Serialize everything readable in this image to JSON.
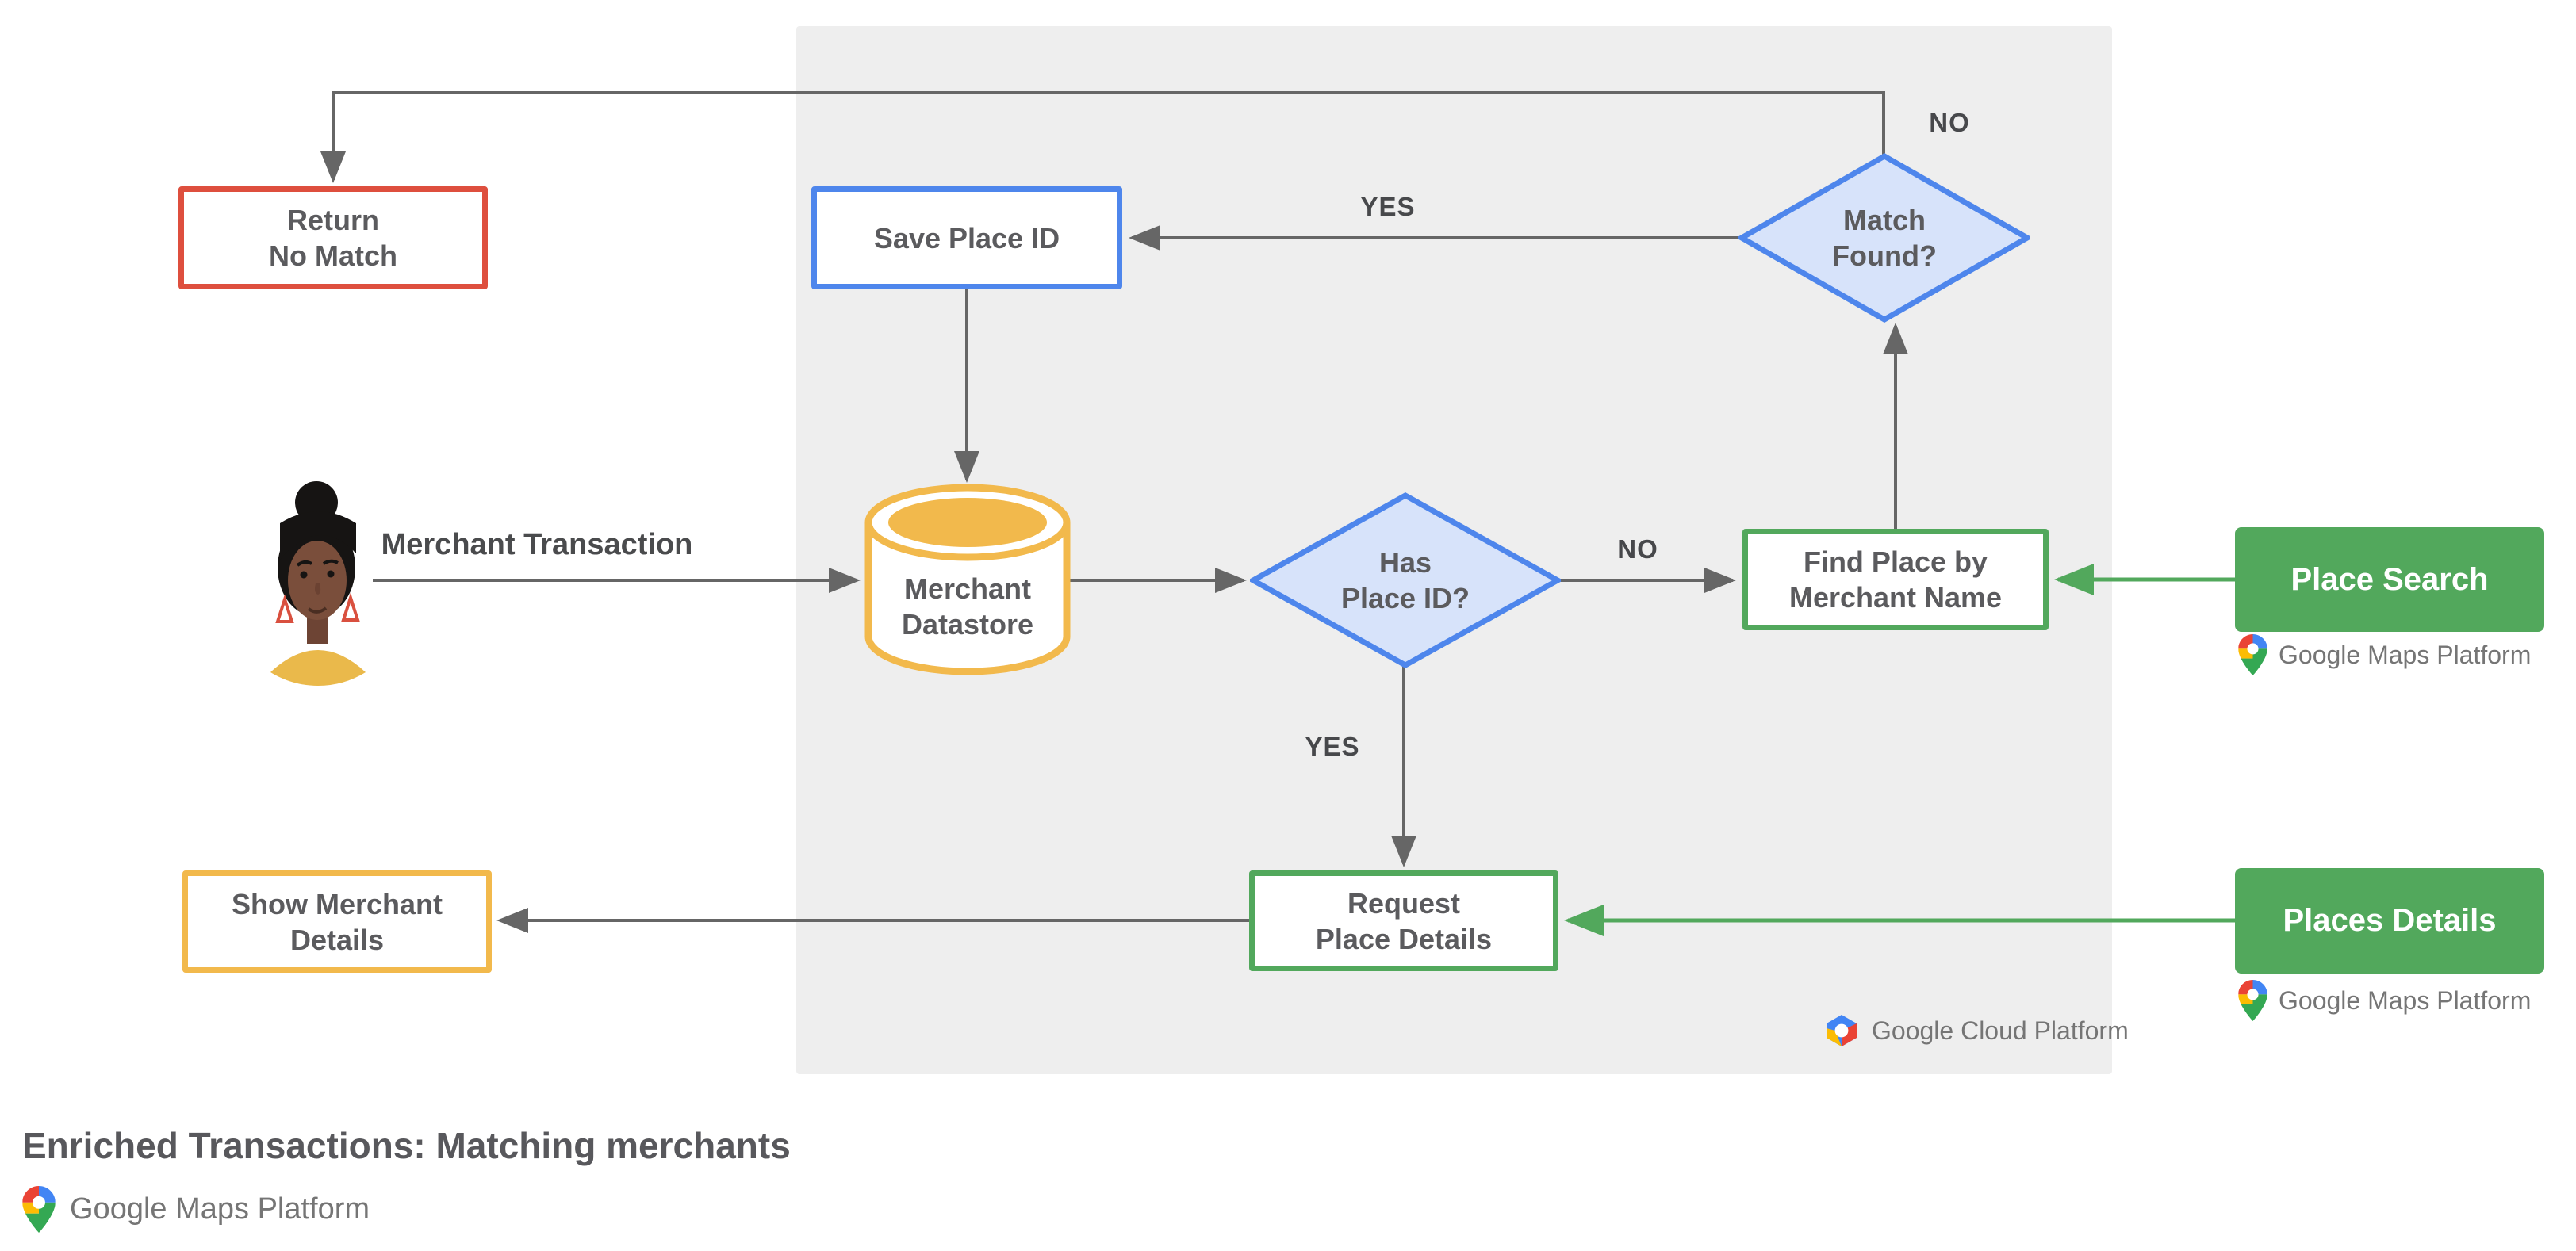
{
  "title": "Enriched Transactions: Matching merchants",
  "nodes": {
    "return_no_match": {
      "label": "Return\nNo Match",
      "border_color": "#de4f3e"
    },
    "save_place_id": {
      "label": "Save Place ID",
      "border_color": "#4e86ec"
    },
    "match_found": {
      "label": "Match\nFound?",
      "border_color": "#4e86ec",
      "fill": "#d7e3fa"
    },
    "merchant_datastore": {
      "label": "Merchant\nDatastore",
      "border_color": "#f2b94c"
    },
    "has_place_id": {
      "label": "Has\nPlace ID?",
      "border_color": "#4e86ec",
      "fill": "#d7e3fa"
    },
    "find_place_by_merchant_name": {
      "label": "Find Place by\nMerchant Name",
      "border_color": "#52a85c"
    },
    "request_place_details": {
      "label": "Request\nPlace Details",
      "border_color": "#52a85c"
    },
    "show_merchant_details": {
      "label": "Show Merchant\nDetails",
      "border_color": "#f2b94c"
    },
    "place_search": {
      "label": "Place Search",
      "fill": "#52a85c"
    },
    "places_details": {
      "label": "Places Details",
      "fill": "#52a85c"
    }
  },
  "edge_labels": {
    "merchant_transaction": "Merchant Transaction",
    "match_found_no": "NO",
    "match_found_yes": "YES",
    "has_place_id_no": "NO",
    "has_place_id_yes": "YES"
  },
  "logos": {
    "google_maps_platform": "Google Maps Platform",
    "google_cloud_platform": "Google Cloud Platform"
  },
  "colors": {
    "arrow_gray": "#666666",
    "api_green": "#52a85c",
    "panel_background": "#eeeeee",
    "accent_red": "#de4f3e",
    "accent_blue": "#4e86ec",
    "accent_yellow": "#f2b94c",
    "node_text_gray": "#5b5b5e"
  }
}
